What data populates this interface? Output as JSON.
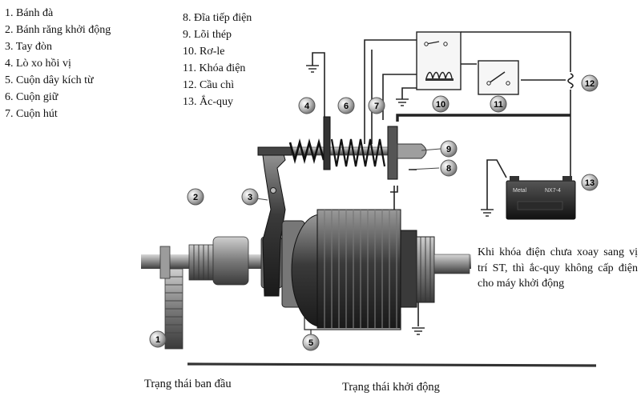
{
  "legend_left": [
    "1. Bánh đà",
    "2. Bánh răng khởi động",
    "3. Tay đòn",
    "4. Lò xo hồi vị",
    "5. Cuộn dây kích từ",
    "6. Cuộn giữ",
    "7. Cuộn hút"
  ],
  "legend_right": [
    "8. Đĩa tiếp điện",
    "9. Lõi thép",
    "10. Rơ-le",
    "11. Khóa điện",
    "12. Cầu chì",
    "13. Ắc-quy"
  ],
  "callouts": [
    "1",
    "2",
    "3",
    "4",
    "5",
    "6",
    "7",
    "8",
    "9",
    "10",
    "11",
    "12",
    "13"
  ],
  "battery_label": "Metal",
  "battery_model": "NX7-4",
  "note": "Khi khóa điện chưa xoay sang vị trí ST, thì ắc-quy không cấp điện cho máy khởi động",
  "caption_left": "Trạng thái ban đầu",
  "caption_right": "Trạng thái khởi động"
}
